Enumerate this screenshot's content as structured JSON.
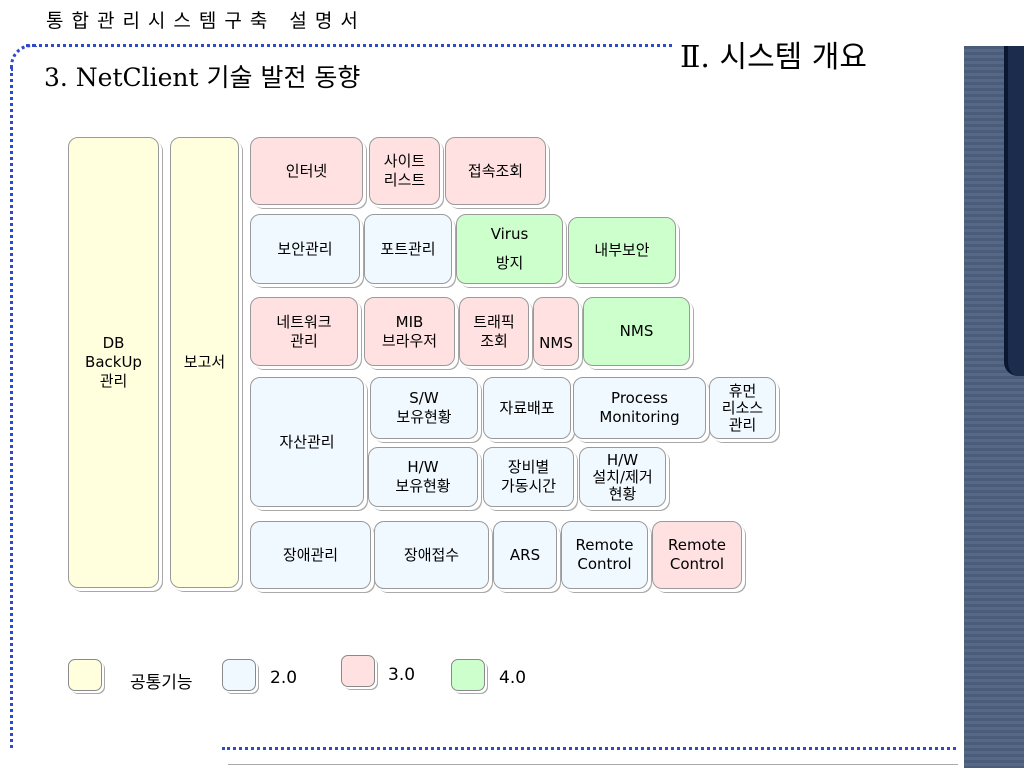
{
  "header": {
    "doc_title": "통합관리시스템구축 설명서",
    "chapter_title": "Ⅱ. 시스템 개요",
    "section_title": "3. NetClient 기술 발전 동향"
  },
  "diagram": {
    "common": {
      "db_backup": "DB\nBackUp\n관리",
      "report": "보고서"
    },
    "row_internet": {
      "internet": "인터넷",
      "site_list": "사이트\n리스트",
      "access_query": "접속조회"
    },
    "row_security": {
      "security_mgmt": "보안관리",
      "port_mgmt": "포트관리",
      "virus": "Virus\n방지",
      "internal_security": "내부보안"
    },
    "row_network": {
      "network_mgmt": "네트워크\n관리",
      "mib": "MIB\n브라우저",
      "traffic": "트래픽\n조회",
      "nms_small": "NMS",
      "nms": "NMS"
    },
    "row_asset": {
      "asset_mgmt": "자산관리",
      "sw_status": "S/W\n보유현황",
      "data_distribution": "자료배포",
      "process_monitoring": "Process\nMonitoring",
      "human_resource": "휴먼\n리소스\n관리",
      "hw_status": "H/W\n보유현황",
      "uptime": "장비별\n가동시간",
      "hw_install": "H/W\n설치/제거\n현황"
    },
    "row_failure": {
      "failure_mgmt": "장애관리",
      "failure_intake": "장애접수",
      "ars": "ARS",
      "remote_control_1": "Remote\nControl",
      "remote_control_2": "Remote\nControl"
    }
  },
  "legend": {
    "common": "공통기능",
    "v2": "2.0",
    "v3": "3.0",
    "v4": "4.0"
  },
  "colors": {
    "common": "#ffffdd",
    "v2": "#f0f9ff",
    "v3": "#ffe1e1",
    "v4": "#ccffcc",
    "accent": "#2e49c9"
  }
}
